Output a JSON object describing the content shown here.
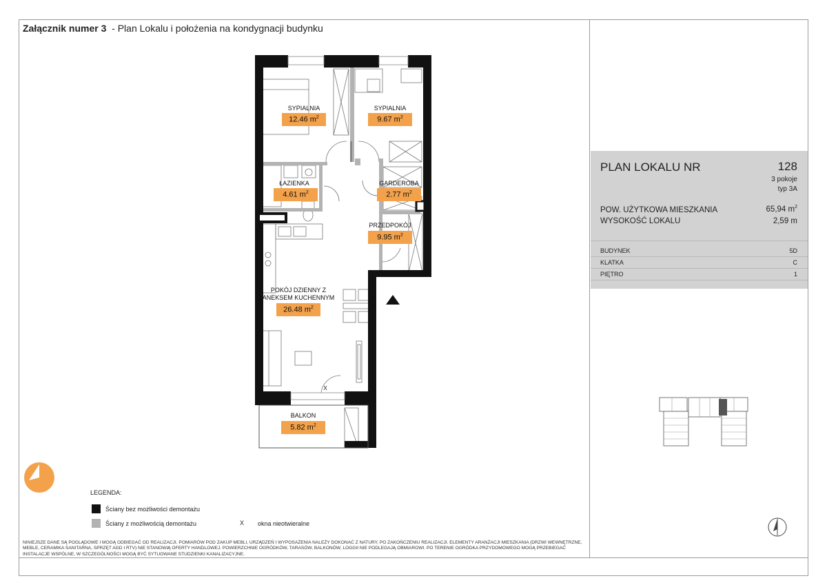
{
  "header": {
    "bold": "Załącznik numer 3",
    "rest": "  - Plan Lokalu i położenia na kondygnacji budynku"
  },
  "rooms": [
    {
      "name": "SYPIALNIA",
      "area": "12.46 m"
    },
    {
      "name": "SYPIALNIA",
      "area": "9.67 m"
    },
    {
      "name": "ŁAZIENKA",
      "area": "4.61 m"
    },
    {
      "name": "GARDEROBA",
      "area": "2.77 m"
    },
    {
      "name": "PRZEDPOKÓJ",
      "area": "9.95 m"
    },
    {
      "name_line1": "POKÓJ DZIENNY Z",
      "name_line2": "ANEKSEM KUCHENNYM",
      "area": "26.48 m"
    },
    {
      "name": "BALKON",
      "area": "5.82 m"
    }
  ],
  "area_unit_exponent": "2",
  "window_mark": "X",
  "legend": {
    "title": "LEGENDA:",
    "items": [
      {
        "label": "Ściany bez możliwości demontażu",
        "color": "#111111"
      },
      {
        "label": "Ściany z możliwością demontażu",
        "color": "#b3b3b3"
      }
    ],
    "x_symbol": "X",
    "x_label": "okna nieotwieralne"
  },
  "disclaimer": "NINIEJSZE DANE SĄ POGLĄDOWE I MOGĄ ODBIEGAĆ OD REALIZACJI. POMIARÓW POD ZAKUP MEBLI, URZĄDZEŃ I WYPOSAŻENIA NALEŻY DOKONAĆ Z NATURY, PO ZAKOŃCZENIU REALIZACJI. ELEMENTY ARANŻACJI MIESZKANIA (DRZWI WEWNĘTRZNE, MEBLE, CERAMIKA SANITARNA, SPRZĘT AGD I RTV) NIE STANOWIĄ OFERTY HANDLOWEJ. POWIERZCHNIE OGRÓDKÓW, TARASÓW, BALKONÓW, LOGGII NIE PODLEGAJĄ OBMIAROWI. PO TERENIE OGRÓDKA PRZYDOMOWEGO MOGĄ PRZEBIEGAĆ INSTALACJE WSPÓLNE, W SZCZEGÓLNOŚCI MOGĄ BYĆ SYTUOWANE STUDZIENKI KANALIZACYJNE.",
  "info": {
    "title": "PLAN LOKALU NR",
    "number": "128",
    "rooms_count": "3 pokoje",
    "type": "typ 3A",
    "usable_area_label": "POW. UŻYTKOWA MIESZKANIA",
    "usable_area_value": "65,94 m",
    "height_label": "WYSOKOŚĆ LOKALU",
    "height_value": "2,59 m",
    "table": [
      {
        "label": "BUDYNEK",
        "value": "5D"
      },
      {
        "label": "KLATKA",
        "value": "C"
      },
      {
        "label": "PIĘTRO",
        "value": "1"
      }
    ]
  },
  "colors": {
    "accent": "#f3a24b",
    "info_bg": "#d2d2d2",
    "wall": "#111111"
  }
}
